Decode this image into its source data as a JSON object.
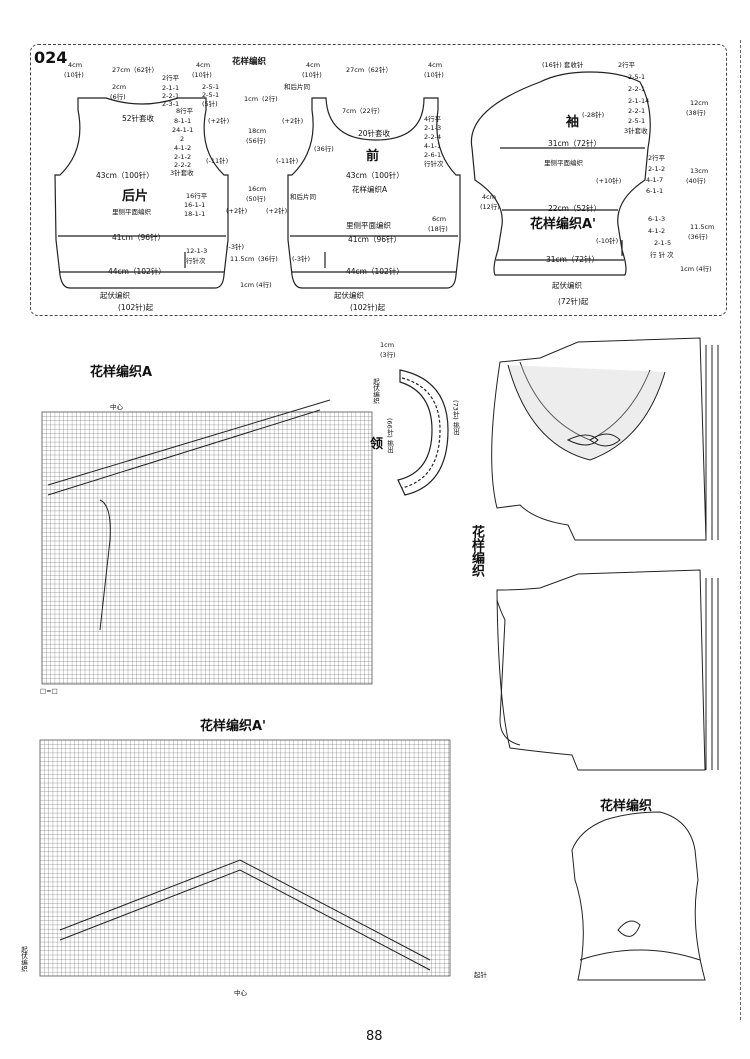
{
  "pattern_number": "024",
  "page_number": "88",
  "colors": {
    "line": "#222222",
    "grid": "#555555",
    "shade": "#bbbbbb"
  },
  "back": {
    "title": "后片",
    "subtitle": "里侧平面编织",
    "shoulder_left": "4cm",
    "shoulder_left_st": "(10针)",
    "neck_width": "27cm（62针）",
    "neck_rows": "2行平",
    "neck_dec1": "2-1-1",
    "neck_dec2": "2-2-1",
    "neck_dec3": "2-3-1",
    "neck_depth": "2cm",
    "neck_depth_st": "(6行)",
    "bind_off": "52针套收",
    "armhole_top": "8行平",
    "armhole_d1": "8-1-1",
    "armhole_d2": "24-1-1",
    "armhole_d3": "2",
    "armhole_d4": "4-1-2",
    "armhole_d5": "2-1-2",
    "armhole_d6": "2-2-2",
    "armhole_bind": "3针套收",
    "shoulder_right": "4cm",
    "shoulder_right_st": "(10针)",
    "sl_rows1": "2-5-1",
    "sl_rows2": "2-5-1",
    "sl_total": "(5针)",
    "plus2": "(+2针)",
    "armhole_height": "18cm",
    "armhole_height_rows": "(56行)",
    "minus11": "(-11针)",
    "bust": "43cm（100针）",
    "side_rows": "16行平",
    "side_inc1": "16-1-1",
    "side_inc2": "18-1-1",
    "side_plus2": "(+2针)",
    "body_height": "16cm",
    "body_height_rows": "(50行)",
    "waist": "41cm（96针）",
    "hem_dec1": "12-1-3",
    "hem_rows": "行针次",
    "hem_minus": "(-3针)",
    "hem_height": "11.5cm",
    "hem_height_rows": "(36行)",
    "hem_width": "44cm（102针）",
    "border_height": "1cm",
    "border_height_rows": "(4行)",
    "cast_on": "起伏编织",
    "cast_on_st": "(102针)起",
    "top_height": "1cm",
    "top_height_rows": "(2行)"
  },
  "front": {
    "title": "前",
    "heading": "花样编织",
    "shoulder_left": "4cm",
    "shoulder_left_st": "(10针)",
    "neck_width": "27cm（62针）",
    "shoulder_right": "4cm",
    "shoulder_right_st": "(10针)",
    "same_as_back": "和后片同",
    "neck_mid": "7cm（22行）",
    "neck_rows": "4行平",
    "neck_dec1": "2-1-3",
    "neck_dec2": "2-2-4",
    "neck_dec3": "4-1-1",
    "neck_dec4": "2-6-1",
    "neck_dec5": "行针次",
    "neck_plus": "(+2针)",
    "neck_rows_label": "(36行)",
    "bind_center": "20针套收",
    "minus11": "(-11针)",
    "bust": "43cm（100针）",
    "pattern_a": "花样编织A",
    "same_back2": "和后片同",
    "plus2": "(+2针)",
    "reverse": "里侧平面编织",
    "side": "6cm",
    "side_rows": "(18行)",
    "waist": "41cm（96针）",
    "minus3": "(-3针)",
    "hem_width": "44cm（102针）",
    "cast_on": "起伏编织",
    "cast_on_st": "(102针)起"
  },
  "sleeve": {
    "title": "袖",
    "cap_bind": "(16针) 套收针",
    "cap_rows": "2行平",
    "cap_d1": "2-5-1",
    "cap_d2": "2-2-1",
    "cap_d3": "2-1-14",
    "cap_d4": "2-2-1",
    "cap_d5": "2-5-1",
    "cap_bind2": "3针套收",
    "cap_minus": "(-28针)",
    "cap_height": "12cm",
    "cap_height_rows": "(38行)",
    "upper_width": "31cm（72针）",
    "reverse": "里侧平面编织",
    "mid_rows": "2行平",
    "mid_inc1": "2-1-2",
    "mid_inc2": "4-1-7",
    "mid_inc3": "6-1-1",
    "plus10": "(+10针)",
    "mid_height": "13cm",
    "mid_height_rows": "(40行)",
    "side": "4cm",
    "side_rows": "(12行)",
    "narrow": "22cm（52针）",
    "pattern": "花样编织A'",
    "low_d1": "6-1-3",
    "low_d2": "4-1-2",
    "low_d3": "2-1-5",
    "low_rows": "行 针 次",
    "minus10": "(-10针)",
    "low_height": "11.5cm",
    "low_height_rows": "(36行)",
    "cuff_width": "31cm（72针）",
    "cuff_height": "1cm",
    "cuff_rows": "(4行)",
    "cast_on": "起伏编织",
    "cast_on_st": "(72针)起"
  },
  "chart_a": {
    "title": "花样编织A",
    "center": "中心"
  },
  "collar": {
    "title": "领",
    "width_top": "1cm",
    "width_rows": "(3行)",
    "pick_up_label": "起伏编织",
    "pick_left": "(66针) 挑出",
    "pick_right": "(73针) 挑出"
  },
  "legend": {
    "empty": "□=□"
  },
  "chart_a_prime": {
    "title": "花样编织A'",
    "center": "中心",
    "cast_on": "起针",
    "side_label": "起伏编织"
  },
  "photo_label": "花样编织",
  "sleeve_photo_label": "花样编织"
}
